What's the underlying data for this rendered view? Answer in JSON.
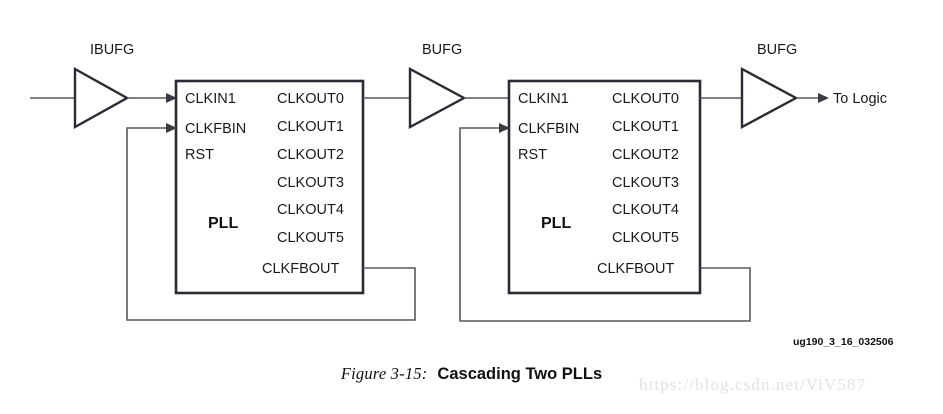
{
  "figure": {
    "caption_label": "Figure 3-15:",
    "caption_title": "Cascading Two PLLs",
    "figure_id": "ug190_3_16_032506",
    "watermark": "https://blog.csdn.net/ViV587"
  },
  "colors": {
    "wire": "#58595b",
    "block_stroke": "#2b2b33",
    "text": "#1a1a1a",
    "background": "#ffffff",
    "watermark": "#e2e2e2"
  },
  "buffers": [
    {
      "id": "ibufg-1",
      "label": "IBUFG"
    },
    {
      "id": "bufg-1",
      "label": "BUFG"
    },
    {
      "id": "bufg-2",
      "label": "BUFG"
    }
  ],
  "blocks": [
    {
      "id": "pll-1",
      "name": "PLL",
      "inputs": [
        "CLKIN1",
        "CLKFBIN",
        "RST"
      ],
      "outputs": [
        "CLKOUT0",
        "CLKOUT1",
        "CLKOUT2",
        "CLKOUT3",
        "CLKOUT4",
        "CLKOUT5",
        "CLKFBOUT"
      ]
    },
    {
      "id": "pll-2",
      "name": "PLL",
      "inputs": [
        "CLKIN1",
        "CLKFBIN",
        "RST"
      ],
      "outputs": [
        "CLKOUT0",
        "CLKOUT1",
        "CLKOUT2",
        "CLKOUT3",
        "CLKOUT4",
        "CLKOUT5",
        "CLKFBOUT"
      ]
    }
  ],
  "sink": {
    "label": "To Logic"
  },
  "signals": {
    "feedback_1": "CLKFBOUT to CLKFBIN feedback loop of first PLL",
    "feedback_2": "CLKFBOUT to CLKFBIN feedback loop of second PLL"
  }
}
